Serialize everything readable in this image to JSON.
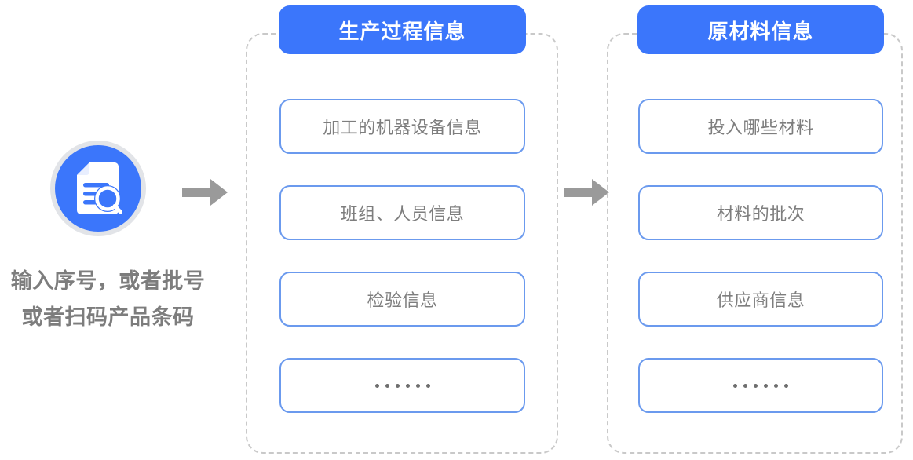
{
  "input": {
    "icon": "document-search-icon",
    "icon_circle_color": "#3B76FB",
    "icon_ring_color": "#E2E4E8",
    "caption_line1": "输入序号，或者批号",
    "caption_line2": "或者扫码产品条码",
    "caption_color": "#7D7D7D"
  },
  "flow": {
    "arrow_1": "arrow-right-icon",
    "arrow_2": "arrow-right-icon",
    "arrow_color": "#9A9A9A"
  },
  "groups": [
    {
      "id": "production-process",
      "header": "生产过程信息",
      "header_color": "#3B76FB",
      "border_color": "#C9C9C9",
      "items": [
        {
          "label": "加工的机器设备信息",
          "is_ellipsis": false
        },
        {
          "label": "班组、人员信息",
          "is_ellipsis": false
        },
        {
          "label": "检验信息",
          "is_ellipsis": false
        },
        {
          "label": "……",
          "is_ellipsis": true
        }
      ]
    },
    {
      "id": "raw-material",
      "header": "原材料信息",
      "header_color": "#3B76FB",
      "border_color": "#C9C9C9",
      "items": [
        {
          "label": "投入哪些材料",
          "is_ellipsis": false
        },
        {
          "label": "材料的批次",
          "is_ellipsis": false
        },
        {
          "label": "供应商信息",
          "is_ellipsis": false
        },
        {
          "label": "……",
          "is_ellipsis": true
        }
      ]
    }
  ],
  "style": {
    "item_border_color": "#6B9AEE",
    "item_text_color": "#7E7E7E",
    "dot_color": "#6E6E6E"
  }
}
